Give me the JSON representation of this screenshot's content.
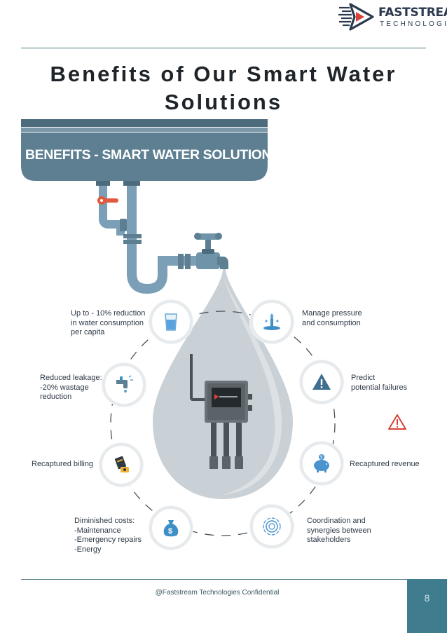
{
  "header": {
    "logo_name": "FASTSTREAM",
    "logo_sub": "TECHNOLOGIES"
  },
  "title_line1": "Benefits of Our Smart Water",
  "title_line2": "Solutions",
  "infographic": {
    "banner": "BENEFITS - SMART WATER SOLUTIONS",
    "benefits": [
      {
        "lines": [
          "Up to - 10% reduction",
          "in water consumption",
          "per capita"
        ],
        "icon": "water-glass-icon"
      },
      {
        "lines": [
          "Manage pressure",
          "and consumption"
        ],
        "icon": "water-splash-icon"
      },
      {
        "lines": [
          "Reduced leakage:",
          "-20% wastage",
          "reduction"
        ],
        "icon": "leaking-tap-icon"
      },
      {
        "lines": [
          "Predict",
          "potential failures"
        ],
        "icon": "warning-icon"
      },
      {
        "lines": [
          "Recaptured billing"
        ],
        "icon": "billing-icon"
      },
      {
        "lines": [
          "Recaptured revenue"
        ],
        "icon": "piggy-bank-icon"
      },
      {
        "lines": [
          "Diminished costs:",
          "-Maintenance",
          "-Emergency repairs",
          "-Energy"
        ],
        "icon": "money-bag-icon"
      },
      {
        "lines": [
          "Coordination and",
          "synergies between",
          "stakeholders"
        ],
        "icon": "coordination-icon"
      }
    ],
    "colors": {
      "basin": "#5d7f91",
      "basin_dark": "#4c6b7c",
      "pipe": "#7a9fb6",
      "valve": "#e15a3c",
      "drop": "#c9d1d6",
      "device": "#4b5257",
      "warning": "#d8423a"
    }
  },
  "footer": {
    "confidential": "@Faststream Technologies Confidential",
    "page_number": "8"
  }
}
